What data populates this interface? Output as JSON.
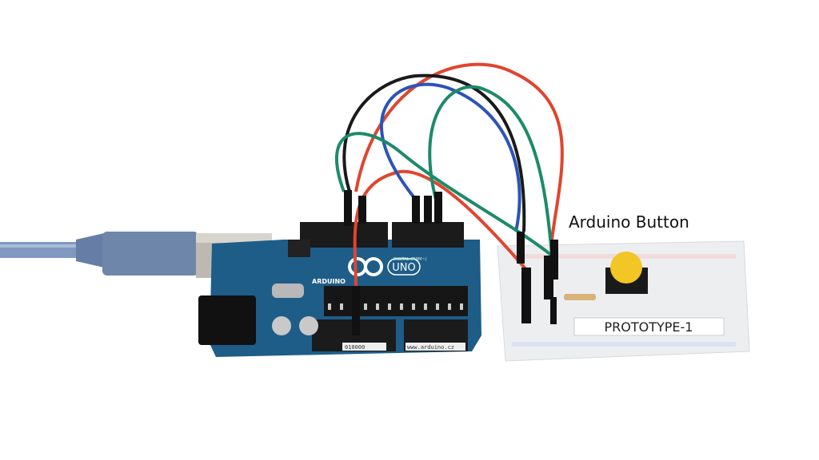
{
  "caption": "Arduino Button",
  "board": {
    "brand": "ARDUINO",
    "model": "UNO",
    "digital_label": "DIGITAL (PWM~)",
    "serial_tag": "010000",
    "website": "www.arduino.cz"
  },
  "breadboard": {
    "label": "PROTOTYPE-1"
  },
  "colors": {
    "board": "#1e5d88",
    "wire_red": "#e0452f",
    "wire_blue": "#2b54b8",
    "wire_green": "#1d8a6a",
    "wire_black": "#1a1a1a",
    "button_cap": "#f2c624",
    "usb_cable": "#7d93b8"
  }
}
